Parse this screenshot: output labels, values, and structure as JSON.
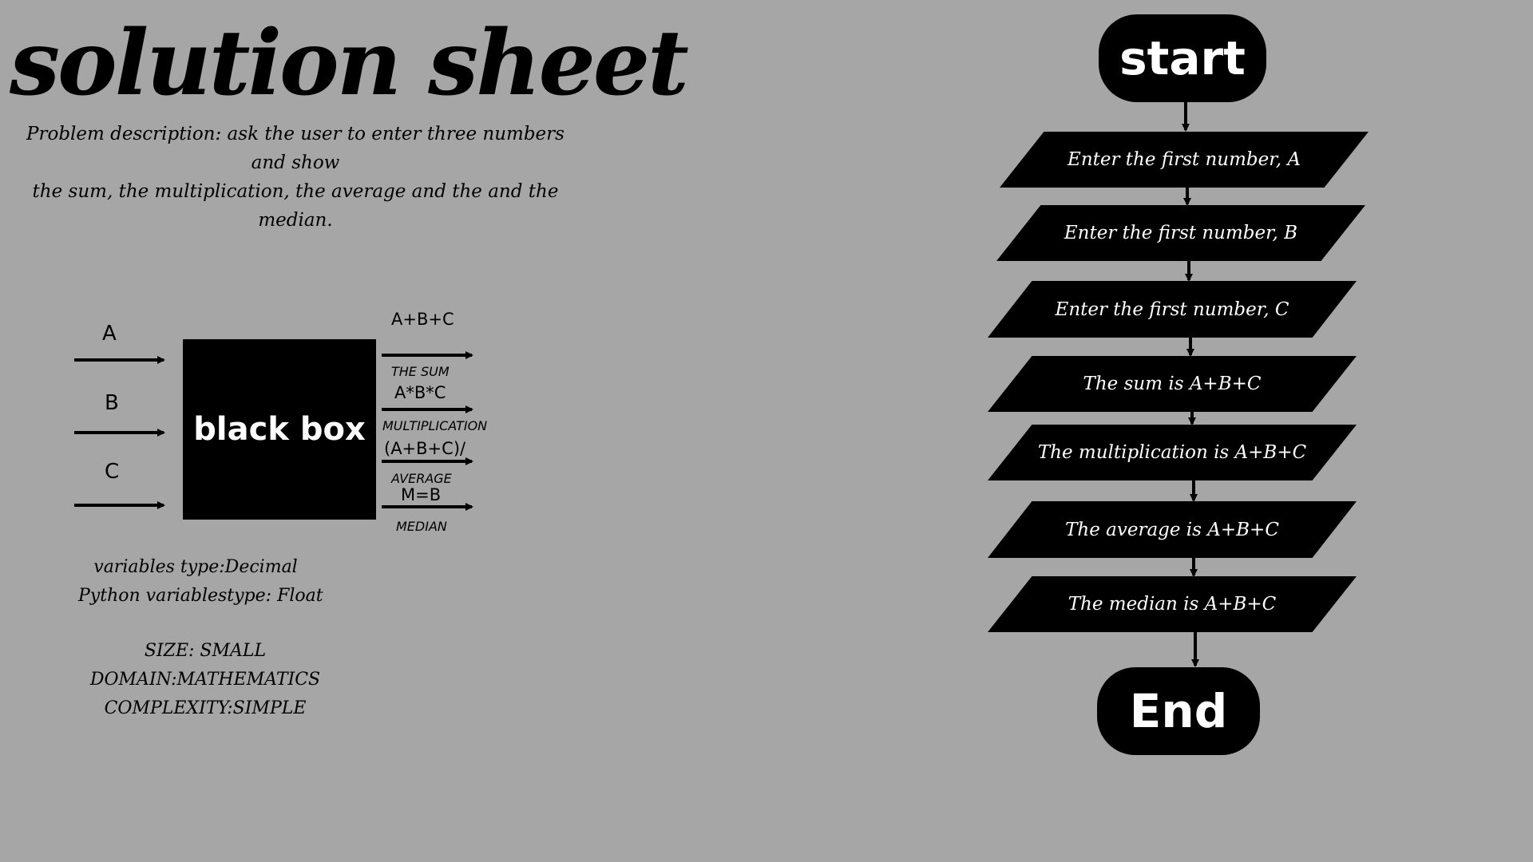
{
  "title": "solution sheet",
  "description": {
    "line1": "Problem description: ask the user to enter three numbers and show",
    "line2": "the sum, the multiplication, the average and the and the median."
  },
  "black_box": {
    "label": "black box",
    "inputs": [
      "A",
      "B",
      "C"
    ],
    "outputs": [
      {
        "expr": "A+B+C",
        "label": "THE SUM"
      },
      {
        "expr": "A*B*C",
        "label": "MULTIPLICATION"
      },
      {
        "expr": "(A+B+C)/",
        "label": "AVERAGE"
      },
      {
        "expr": "M=B",
        "label": "MEDIAN"
      }
    ]
  },
  "variables": {
    "type": "variables type:Decimal",
    "python": "Python variablestype: Float"
  },
  "meta": {
    "size": "SIZE: SMALL",
    "domain": "DOMAIN:MATHEMATICS",
    "complexity": "COMPLEXITY:SIMPLE"
  },
  "flowchart": {
    "start": "start",
    "steps": [
      "Enter the first number, A",
      "Enter the first number, B",
      "Enter the first number, C",
      "The sum is  A+B+C",
      "The multiplication is  A+B+C",
      "The average is  A+B+C",
      "The median is  A+B+C"
    ],
    "end": "End"
  }
}
